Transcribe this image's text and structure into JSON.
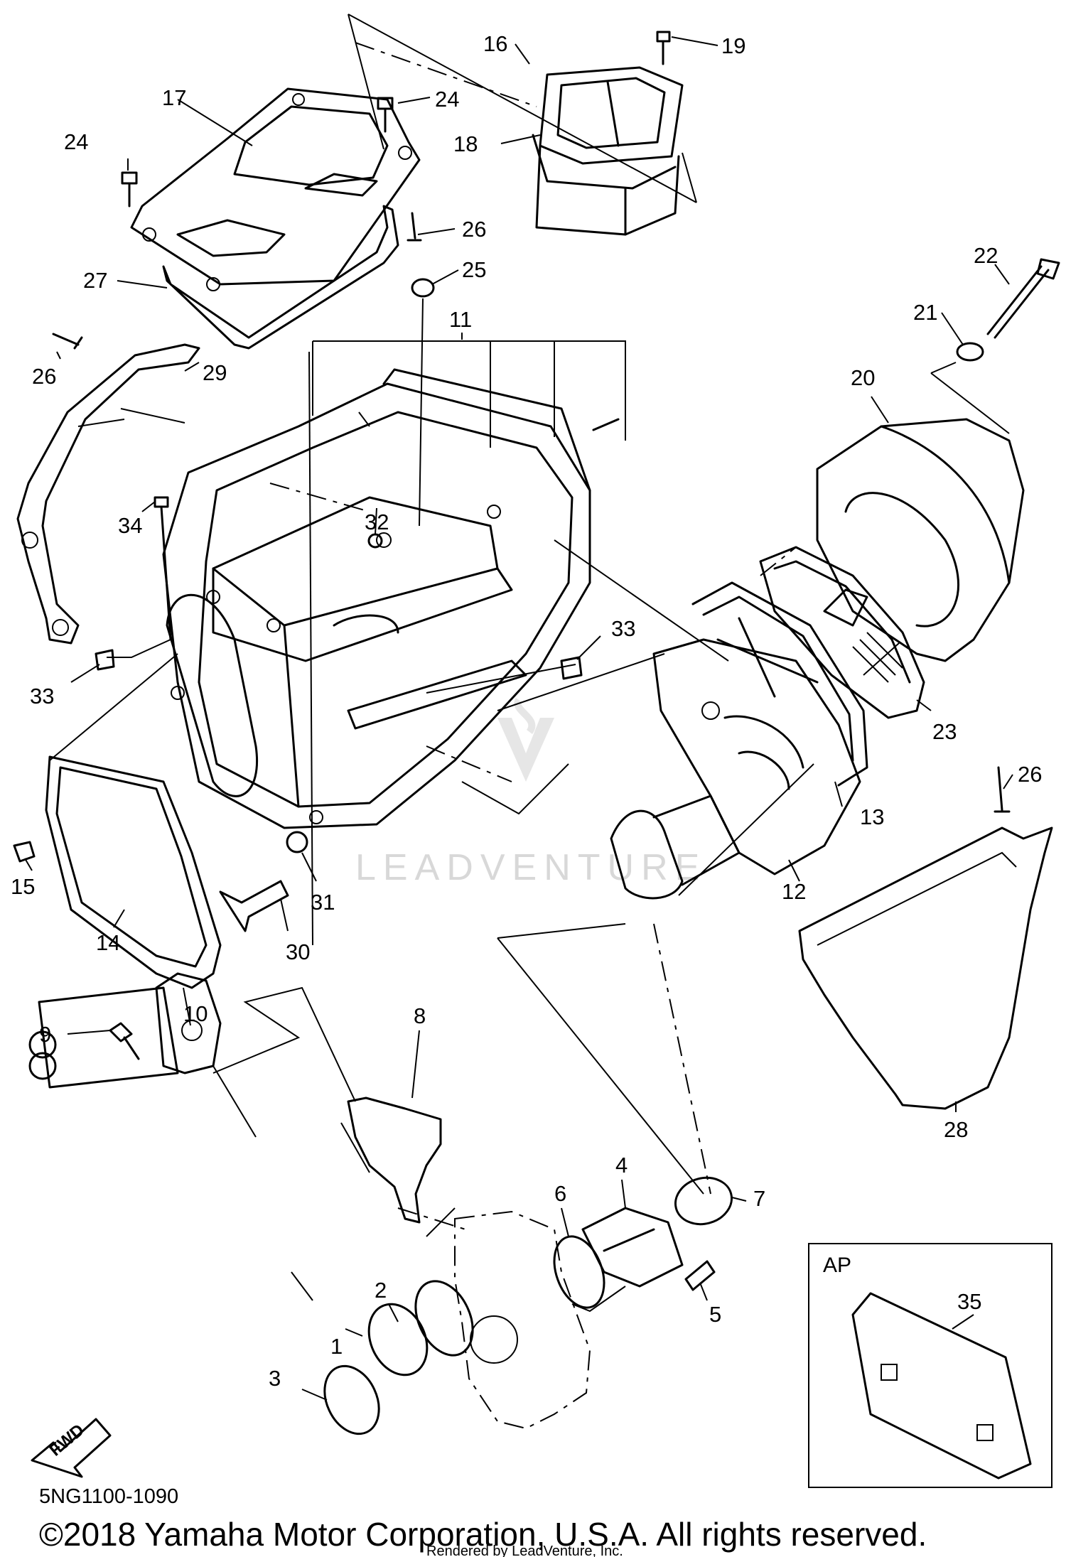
{
  "diagram": {
    "code": "5NG1100-1090",
    "copyright": "©2018 Yamaha Motor Corporation, U.S.A. All rights reserved.",
    "rendered_by": "Rendered by LeadVenture, Inc.",
    "watermark": "LEADVENTURE",
    "fwd_label": "FWD",
    "ap_box_title": "AP",
    "callouts": [
      "1",
      "2",
      "3",
      "4",
      "5",
      "6",
      "7",
      "8",
      "9",
      "10",
      "11",
      "12",
      "13",
      "14",
      "15",
      "16",
      "17",
      "18",
      "19",
      "20",
      "21",
      "22",
      "23",
      "24",
      "24",
      "25",
      "26",
      "26",
      "26",
      "27",
      "28",
      "29",
      "30",
      "31",
      "32",
      "33",
      "33",
      "34",
      "35"
    ]
  }
}
